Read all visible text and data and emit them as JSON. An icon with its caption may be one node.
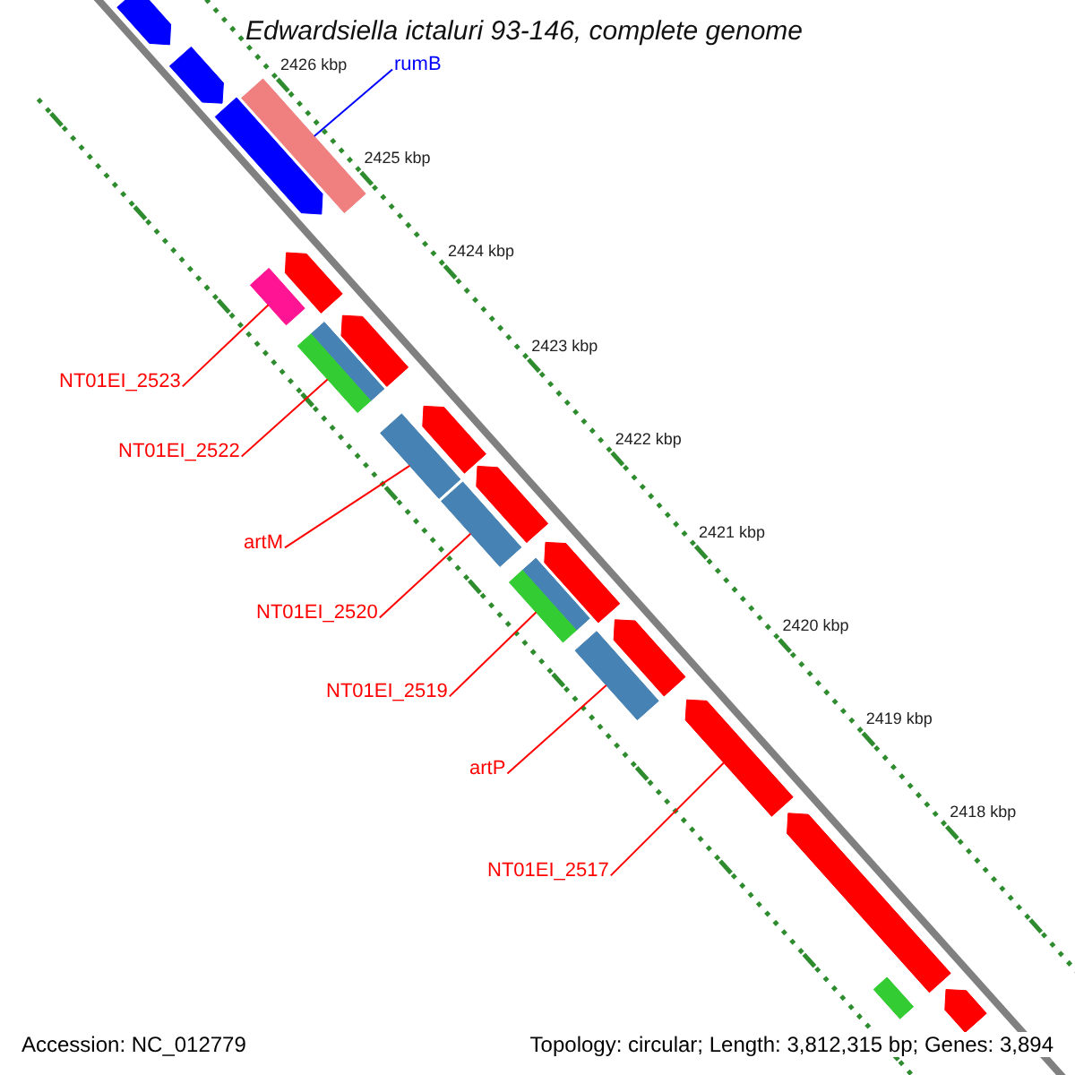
{
  "diagram": {
    "title": "Edwardsiella ictaluri 93-146, complete genome",
    "nodes": [
      {
        "text": [
          "rumB"
        ]
      },
      {
        "text": [
          "NT01EI_2523"
        ]
      },
      {
        "text": [
          "NT01EI_2522"
        ]
      },
      {
        "text": [
          "artM"
        ]
      },
      {
        "text": [
          "NT01EI_2520"
        ]
      },
      {
        "text": [
          "NT01EI_2519"
        ]
      },
      {
        "text": [
          "artP"
        ]
      },
      {
        "text": [
          "NT01EI_2517"
        ]
      },
      {
        "text": [],
        "shape": "arrow"
      },
      {
        "text": [],
        "shape": "arrow"
      },
      {
        "text": [],
        "shape": "arrow"
      },
      {
        "text": [],
        "shape": "bar"
      },
      {
        "text": [],
        "shape": "arrow"
      },
      {
        "text": [],
        "shape": "bar"
      },
      {
        "text": [],
        "shape": "bar"
      },
      {
        "text": [],
        "shape": "bar"
      },
      {
        "text": [],
        "shape": "arrow"
      },
      {
        "text": [],
        "shape": "bar"
      },
      {
        "text": [],
        "shape": "arrow"
      },
      {
        "text": [],
        "shape": "arrow"
      },
      {
        "text": [],
        "shape": "bar"
      },
      {
        "text": [],
        "shape": "arrow"
      },
      {
        "text": [],
        "shape": "bar"
      },
      {
        "text": [],
        "shape": "bar"
      },
      {
        "text": [],
        "shape": "bar"
      },
      {
        "text": [],
        "shape": "arrow"
      },
      {
        "text": [],
        "shape": "arrow"
      },
      {
        "text": [],
        "shape": "arrow"
      },
      {
        "text": [],
        "shape": "arrow"
      },
      {
        "text": [],
        "shape": "bar"
      }
    ],
    "edges": [
      {
        "from": 0,
        "to": 11,
        "arrow": "none",
        "color": "#0000ff"
      },
      {
        "from": 1,
        "to": 13,
        "arrow": "none"
      },
      {
        "from": 2,
        "to": 15,
        "arrow": "none"
      },
      {
        "from": 3,
        "to": 17,
        "arrow": "none"
      },
      {
        "from": 4,
        "to": 20,
        "arrow": "none"
      },
      {
        "from": 5,
        "to": 23,
        "arrow": "none"
      },
      {
        "from": 6,
        "to": 24,
        "arrow": "none"
      },
      {
        "from": 7,
        "to": 26,
        "arrow": "none"
      }
    ],
    "labels": [
      "2426 kbp",
      "2425 kbp",
      "2424 kbp",
      "2423 kbp",
      "2422 kbp",
      "2421 kbp",
      "2420 kbp",
      "2419 kbp",
      "2418 kbp",
      "Accession: NC_012779",
      "Topology: circular; Length: 3,812,315 bp; Genes: 3,894"
    ]
  }
}
